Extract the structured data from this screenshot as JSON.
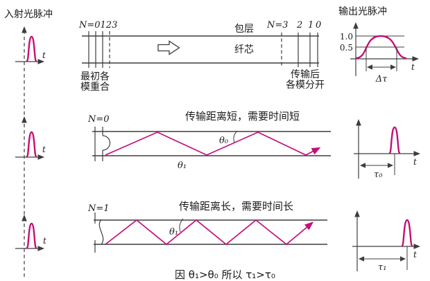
{
  "colors": {
    "pulse": "#c40f78",
    "line": "#3d3d3d",
    "text": "#1a1a1a"
  },
  "input_column": {
    "title": "入射光脉冲",
    "t_top": "t",
    "t_mid": "t",
    "t_bottom": "t"
  },
  "fiber": {
    "input_modes": "N=0123",
    "output_modes": [
      "N=3",
      "2",
      "1",
      "0"
    ],
    "cladding": "包层",
    "core": "纤芯",
    "input_caption": [
      "最初各",
      "模重合"
    ],
    "output_caption": [
      "传输后",
      "各模分开"
    ]
  },
  "output_graph": {
    "title": "输出光脉冲",
    "tick_full": "1.0",
    "tick_half": "0.5",
    "delta_tau": "Δτ",
    "t": "t"
  },
  "mode0": {
    "label": "N=0",
    "caption": "传输距离短，需要时间短",
    "theta_top": "θ₀",
    "theta_bottom": "θ₁",
    "tau": "τ₀",
    "t": "t"
  },
  "mode1": {
    "label": "N=1",
    "caption": "传输距离长，需要时间长",
    "theta": "θ₁",
    "tau": "τ₁",
    "t": "t"
  },
  "conclusion": "因 θ₁>θ₀ 所以 τ₁>τ₀"
}
